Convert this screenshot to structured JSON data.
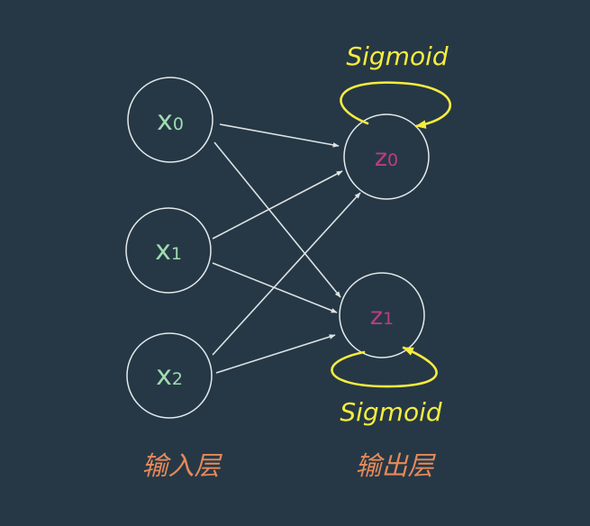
{
  "diagram": {
    "input_nodes": [
      {
        "base": "x",
        "sub": "0"
      },
      {
        "base": "x",
        "sub": "1"
      },
      {
        "base": "x",
        "sub": "2"
      }
    ],
    "output_nodes": [
      {
        "base": "z",
        "sub": "0"
      },
      {
        "base": "z",
        "sub": "1"
      }
    ],
    "activation_top": "Sigmoid",
    "activation_bottom": "Sigmoid",
    "input_layer_label": "输入层",
    "output_layer_label": "输出层",
    "colors": {
      "background": "#263845",
      "node_stroke": "#e4e9ec",
      "edge": "#dde3e6",
      "input_text": "#9fdcb0",
      "output_text": "#b93e83",
      "activation": "#f6ec40",
      "layer_label": "#e6895a"
    }
  }
}
